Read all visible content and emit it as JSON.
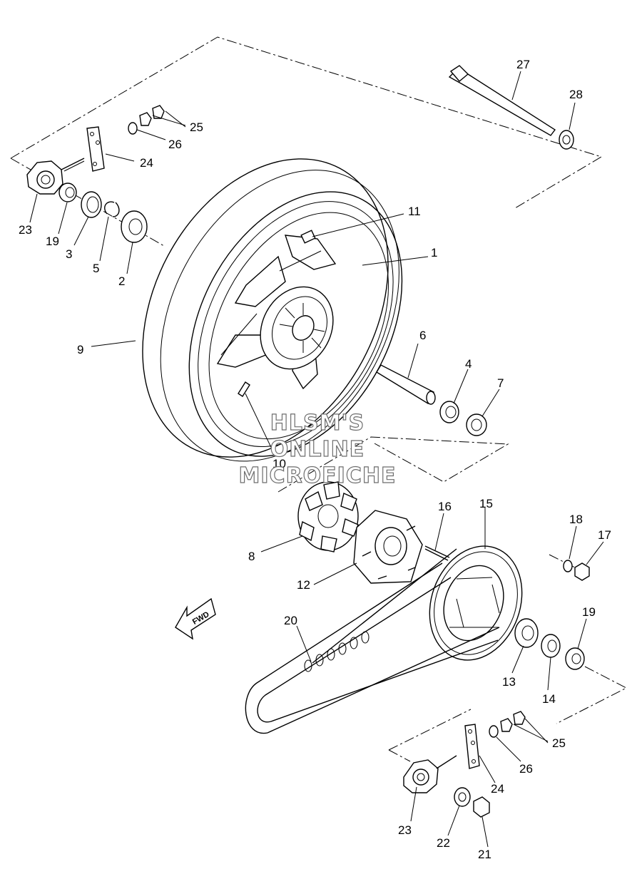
{
  "watermark": {
    "line1": "HLSM'S",
    "line2": "ONLINE",
    "line3": "MICROFICHE"
  },
  "direction_label": "FWD",
  "callouts": {
    "c1": "1",
    "c2": "2",
    "c3": "3",
    "c4": "4",
    "c5": "5",
    "c6": "6",
    "c7": "7",
    "c8": "8",
    "c9": "9",
    "c10": "10",
    "c11": "11",
    "c12": "12",
    "c13": "13",
    "c14": "14",
    "c15": "15",
    "c16": "16",
    "c17": "17",
    "c18": "18",
    "c19a": "19",
    "c19b": "19",
    "c20": "20",
    "c21": "21",
    "c22": "22",
    "c23a": "23",
    "c23b": "23",
    "c24a": "24",
    "c24b": "24",
    "c25a": "25",
    "c25b": "25",
    "c26a": "26",
    "c26b": "26",
    "c27": "27",
    "c28": "28"
  }
}
